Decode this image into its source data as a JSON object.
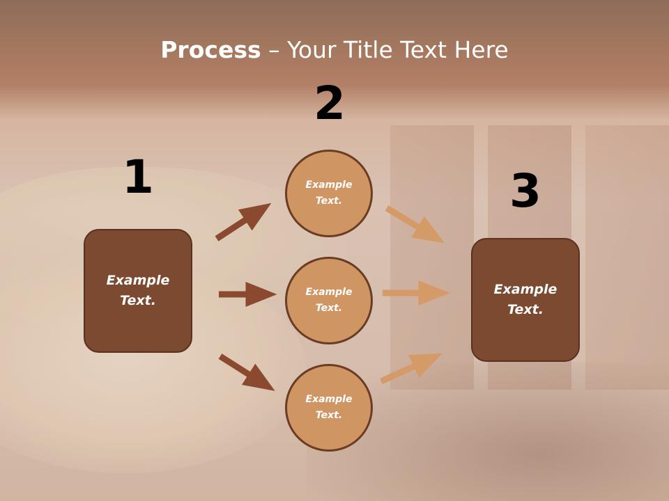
{
  "slide": {
    "title_bold": "Process",
    "title_rest": " – Your Title Text Here"
  },
  "steps": {
    "one": "1",
    "two": "2",
    "three": "3"
  },
  "nodes": {
    "left_box": [
      "Example",
      "Text."
    ],
    "circle_top": [
      "Example",
      "Text."
    ],
    "circle_middle": [
      "Example",
      "Text."
    ],
    "circle_bottom": [
      "Example",
      "Text."
    ],
    "right_box": [
      "Example",
      "Text."
    ]
  },
  "colors": {
    "box_fill": "#7c4a31",
    "circle_fill": "#cf9664",
    "arrow_dark": "#8b4a2f",
    "arrow_light": "#d49a68",
    "header_brown": "#8d5636"
  }
}
